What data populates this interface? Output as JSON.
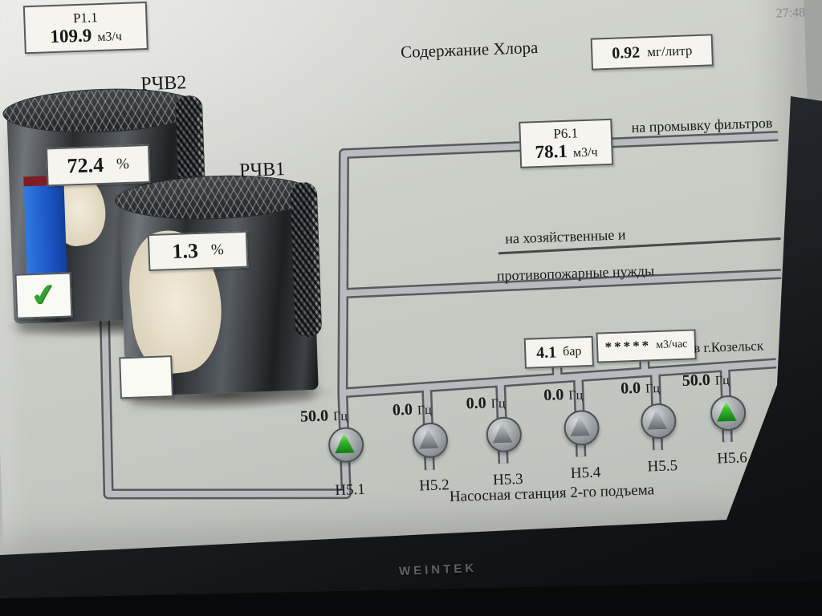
{
  "screen": {
    "corner_time": "27:48",
    "flow_meter": {
      "tag": "Р1.1",
      "value": "109.9",
      "unit": "м3/ч"
    },
    "chlorine": {
      "label": "Содержание Хлора",
      "value": "0.92",
      "unit": "мг/литр"
    },
    "tank2": {
      "name": "РЧВ2",
      "level": "72.4",
      "unit": "%"
    },
    "tank1": {
      "name": "РЧВ1",
      "level": "1.3",
      "unit": "%"
    },
    "check_icon": "✔",
    "filter_wash": {
      "tag": "Р6.1",
      "value": "78.1",
      "unit": "м3/ч",
      "label": "на промывку фильтров"
    },
    "household": {
      "line1": "на хозяйственные и",
      "line2": "противопожарные нужды"
    },
    "kozelsk": {
      "pressure_value": "4.1",
      "pressure_unit": "бар",
      "flow_value": "*****",
      "flow_unit": "м3/час",
      "label": "в г.Козельск"
    },
    "pumps": [
      {
        "name": "Н5.1",
        "freq": "50.0",
        "unit": "Гц",
        "running": true
      },
      {
        "name": "Н5.2",
        "freq": "0.0",
        "unit": "Гц",
        "running": false
      },
      {
        "name": "Н5.3",
        "freq": "0.0",
        "unit": "Гц",
        "running": false
      },
      {
        "name": "Н5.4",
        "freq": "0.0",
        "unit": "Гц",
        "running": false
      },
      {
        "name": "Н5.5",
        "freq": "0.0",
        "unit": "Гц",
        "running": false
      },
      {
        "name": "Н5.6",
        "freq": "50.0",
        "unit": "Гц",
        "running": true
      }
    ],
    "station_label": "Насосная станция 2-го подъема"
  },
  "device": {
    "brand": "WEINTEK"
  },
  "colors": {
    "pump_on": "#2fae2f",
    "pump_off": "#8a9093",
    "pipe": "#b9bcbe",
    "water": "#1f63d6",
    "screen_bg": "#cbcdc7"
  }
}
